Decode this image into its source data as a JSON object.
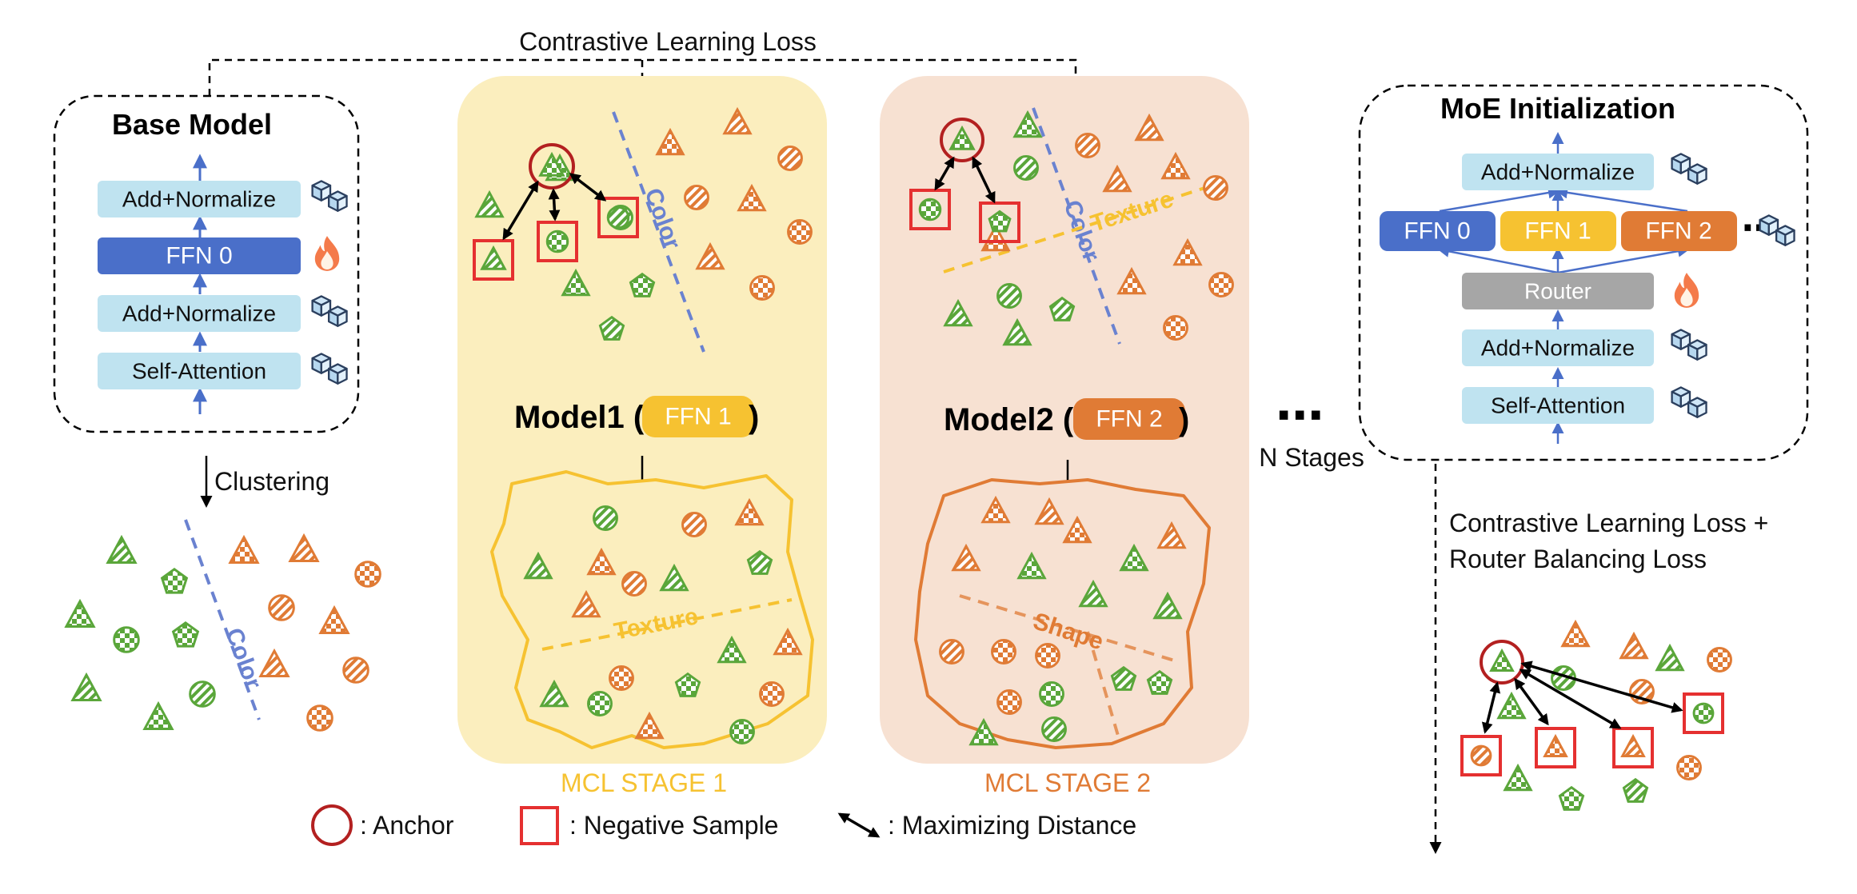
{
  "top_loss_label": "Contrastive Learning Loss",
  "base_model": {
    "title": "Base Model",
    "layers": [
      "Add+Normalize",
      "FFN 0",
      "Add+Normalize",
      "Self-Attention"
    ]
  },
  "clustering_label": "Clustering",
  "stage1": {
    "model_label": "Model1 (",
    "model_close": ")",
    "ffn_label": "FFN 1",
    "caption": "MCL STAGE 1",
    "top_divider": "Color",
    "bottom_divider": "Texture"
  },
  "stage2": {
    "model_label": "Model2 (",
    "model_close": ")",
    "ffn_label": "FFN 2",
    "caption": "MCL STAGE 2",
    "top_divider_a": "Color",
    "top_divider_b": "Texture",
    "bottom_divider": "Shape"
  },
  "left_divider": "Color",
  "n_stages_dots": "⋯",
  "n_stages_label": "N Stages",
  "moe": {
    "title": "MoE Initialization",
    "top_layer": "Add+Normalize",
    "experts": [
      "FFN 0",
      "FFN 1",
      "FFN 2"
    ],
    "more_dots": "⋯",
    "router": "Router",
    "mid_layer": "Add+Normalize",
    "bottom_layer": "Self-Attention"
  },
  "moe_loss_line1": "Contrastive Learning Loss +",
  "moe_loss_line2": "Router Balancing Loss",
  "legend": {
    "anchor": ": Anchor",
    "negative": ": Negative Sample",
    "distance": ": Maximizing Distance"
  },
  "colors": {
    "green": "#5aa63a",
    "orange": "#e07b35",
    "blue_dark": "#4a6fc9",
    "blue_light": "#bfe3f0",
    "yellow": "#f6c231",
    "stage1_bg": "#fbeebe",
    "stage2_bg": "#f7e1d2",
    "anchor_red": "#b32020",
    "neg_red": "#e53030",
    "gray": "#a6a6a6"
  },
  "icons": [
    "frozen-cubes-icon",
    "fire-icon"
  ]
}
